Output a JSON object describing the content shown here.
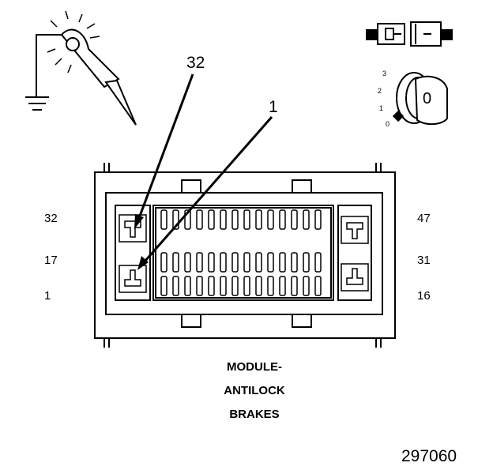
{
  "callouts": {
    "upper": "32",
    "lower": "1"
  },
  "pin_labels": {
    "left_top": "32",
    "left_middle": "17",
    "left_bottom": "1",
    "right_top": "47",
    "right_middle": "31",
    "right_bottom": "16"
  },
  "ignition_positions": [
    "3",
    "2",
    "1",
    "0"
  ],
  "key_label": "0",
  "title_lines": [
    "MODULE-",
    "ANTILOCK",
    "BRAKES"
  ],
  "figure_number": "297060",
  "colors": {
    "ink": "#000000",
    "background": "#ffffff"
  }
}
